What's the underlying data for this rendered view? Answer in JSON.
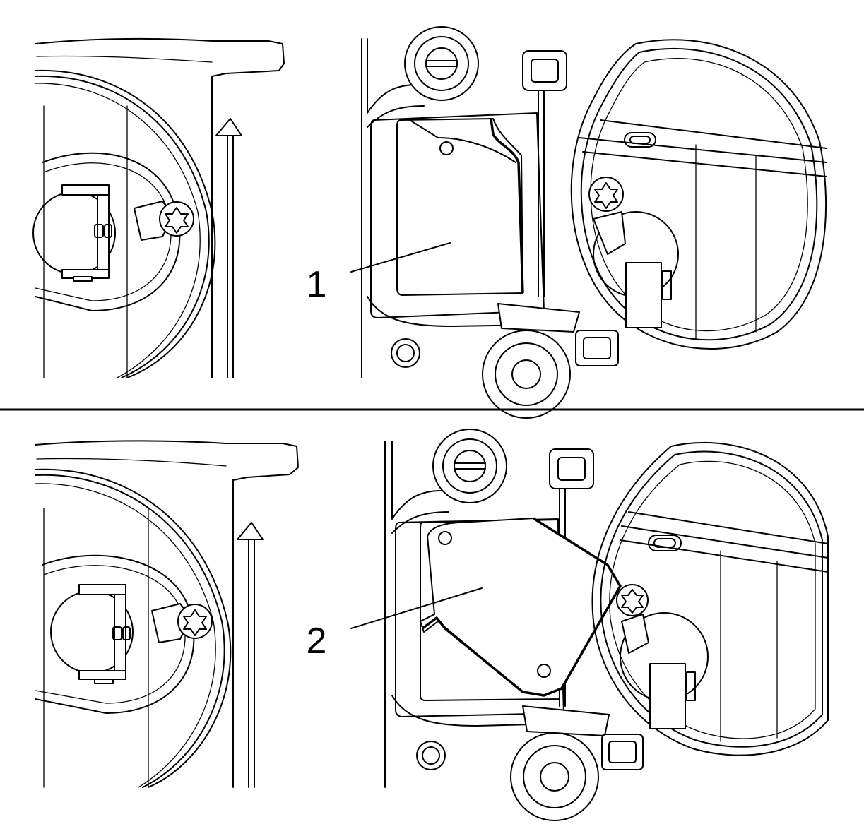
{
  "callouts": [
    {
      "id": 1,
      "label": "1"
    },
    {
      "id": 2,
      "label": "2"
    }
  ],
  "colors": {
    "line": "#000000",
    "background": "#ffffff"
  }
}
